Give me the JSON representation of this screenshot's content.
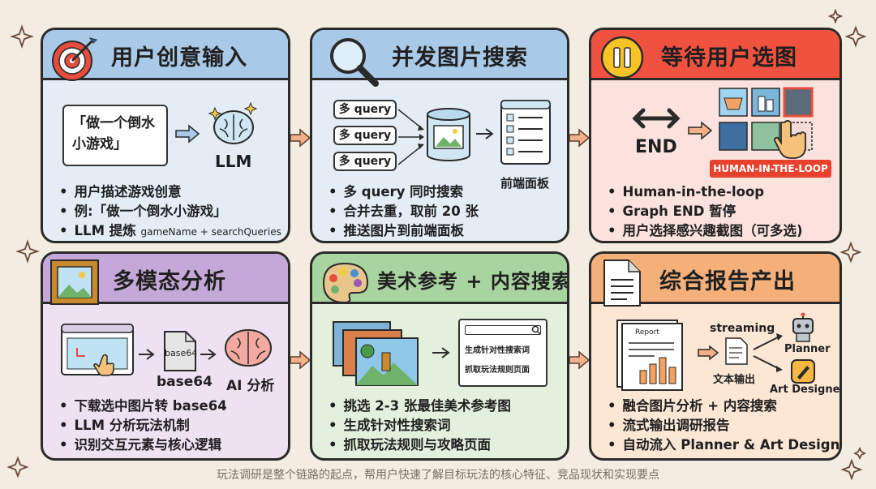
{
  "cards": [
    {
      "title": "用户创意输入",
      "header_icon": "target-icon",
      "color": "#a9c9e8",
      "quote": "「做一个倒水\n小游戏」",
      "llm_label": "LLM",
      "bullets": [
        "用户描述游戏创意",
        "例:「做一个倒水小游戏」",
        "LLM 提炼"
      ],
      "bullet_suffix": "gameName + searchQueries"
    },
    {
      "title": "并发图片搜索",
      "header_icon": "magnifier-icon",
      "color": "#a9c9e8",
      "query_labels": [
        "多 query",
        "多 query",
        "多 query"
      ],
      "panel_label": "前端面板",
      "bullets": [
        "多 query 同时搜索",
        "合并去重，取前 20 张",
        "推送图片到前端面板"
      ]
    },
    {
      "title": "等待用户选图",
      "header_icon": "pause-icon",
      "color": "#f0523f",
      "end_label": "END",
      "hitl_label": "HUMAN-IN-THE-LOOP",
      "bullets": [
        "Human-in-the-loop",
        "Graph END 暂停",
        "用户选择感兴趣截图（可多选)"
      ]
    },
    {
      "title": "多模态分析",
      "header_icon": "picture-frame-icon",
      "color": "#c3a8d8",
      "base64_tag": "base64",
      "base64_label": "base64",
      "ai_label": "AI 分析",
      "bullets": [
        "下载选中图片转 base64",
        "LLM 分析玩法机制",
        "识别交互元素与核心逻辑"
      ]
    },
    {
      "title": "美术参考 + 内容搜索",
      "header_icon": "palette-icon",
      "color": "#a8d4a0",
      "search_lines": [
        "生成针对性搜索词",
        "抓取玩法规则页面"
      ],
      "bullets": [
        "挑选 2-3 张最佳美术参考图",
        "生成针对性搜索词",
        "抓取玩法规则与攻略页面"
      ]
    },
    {
      "title": "综合报告产出",
      "header_icon": "document-icon",
      "color": "#f5b07a",
      "report_label": "Report",
      "streaming_label": "streaming",
      "text_output_label": "文本输出",
      "planner_label": "Planner",
      "art_designer_label": "Art Designer",
      "bullets": [
        "融合图片分析 + 内容搜索",
        "流式输出调研报告",
        "自动流入 Planner & Art Designer"
      ]
    }
  ],
  "footer": "玩法调研是整个链路的起点，帮用户快速了解目标玩法的核心特征、竞品现状和实现要点"
}
